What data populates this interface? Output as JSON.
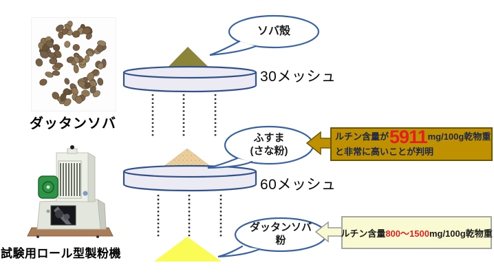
{
  "left_panel": {
    "seeds_caption": "ダッタンソバ",
    "machine_caption": "試験用ロール型製粉機"
  },
  "flow": {
    "sieve30_label": "30メッシュ",
    "sieve60_label": "60メッシュ",
    "hull_bubble": "ソバ殻",
    "bran_bubble_line1": "ふすま",
    "bran_bubble_line2": "(さな粉)",
    "flour_bubble_line1": "ダッタンソバ",
    "flour_bubble_line2": "粉"
  },
  "callouts": {
    "high_rutin": {
      "text_before_value": "ルチン含量が",
      "value": "5911",
      "unit": "mg/100g乾物重",
      "second_line": "と非常に高いことが判明"
    },
    "normal_rutin": {
      "text_before_value": "ルチン含量",
      "value": "800〜1500",
      "unit": "mg/100g乾物重"
    }
  },
  "colors": {
    "bubble_outline": "#3763a5",
    "sieve_outline": "#30518c",
    "sieve_fill": "#ecebf4",
    "hull_pile": "#8c8438",
    "bran_pile": "#eacf9c",
    "flour_pile": "#fbfb55",
    "high_box_fill": "#bf9000",
    "high_box_border": "#6b5500",
    "normal_box_fill": "#fafad2",
    "normal_box_border": "#a6a6a6",
    "value_red": "#e51f1f",
    "dotted_flow": "#2e2e2e"
  }
}
